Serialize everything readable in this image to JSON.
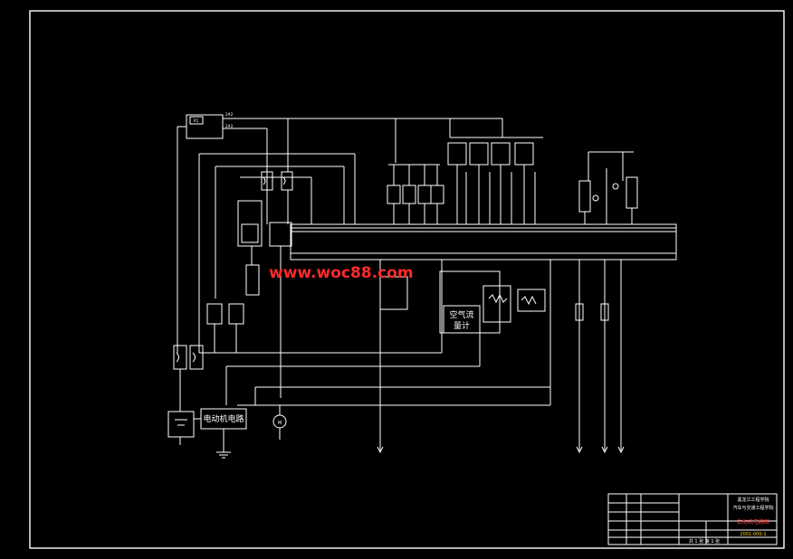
{
  "colors": {
    "background": "#000000",
    "lines": "#ffffff",
    "watermark": "#ff2a2a",
    "title_accent": "#ff3b3b",
    "drawing_no": "#ffd400"
  },
  "watermark": "www.woc88.com",
  "labels": {
    "air_flow_meter_line1": "空气流",
    "air_flow_meter_line2": "量计",
    "ecu_block": "电动机电路",
    "motor": "M"
  },
  "title_block": {
    "school_line1": "黑龙江工程学院",
    "school_line2": "汽车与交通工程学院",
    "drawing_title": "发动机电路图",
    "drawing_number": "2001-000-1",
    "scale_row": "共 1 张   第 1 张"
  }
}
